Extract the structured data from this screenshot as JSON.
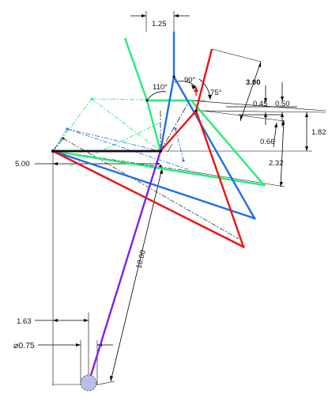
{
  "dimensions": {
    "top_width": "1.25",
    "link_length": "3.00",
    "offset_a": "0.45",
    "offset_b": "0.50",
    "height_a": "1.82",
    "offset_c": "0.66",
    "offset_d": "2.32",
    "left_width": "5.00",
    "crank_length": "10.00",
    "base_offset": "1.63",
    "pin_diameter": "⌀0.75"
  },
  "angles": {
    "green_angle": "110°",
    "blue_angle": "90°",
    "red_angle": "75°"
  },
  "colors": {
    "green": "#22ee77",
    "blue": "#1f6fe6",
    "red": "#ee1111",
    "purple": "#7b22ee",
    "pin_fill": "#b8bfe8"
  }
}
